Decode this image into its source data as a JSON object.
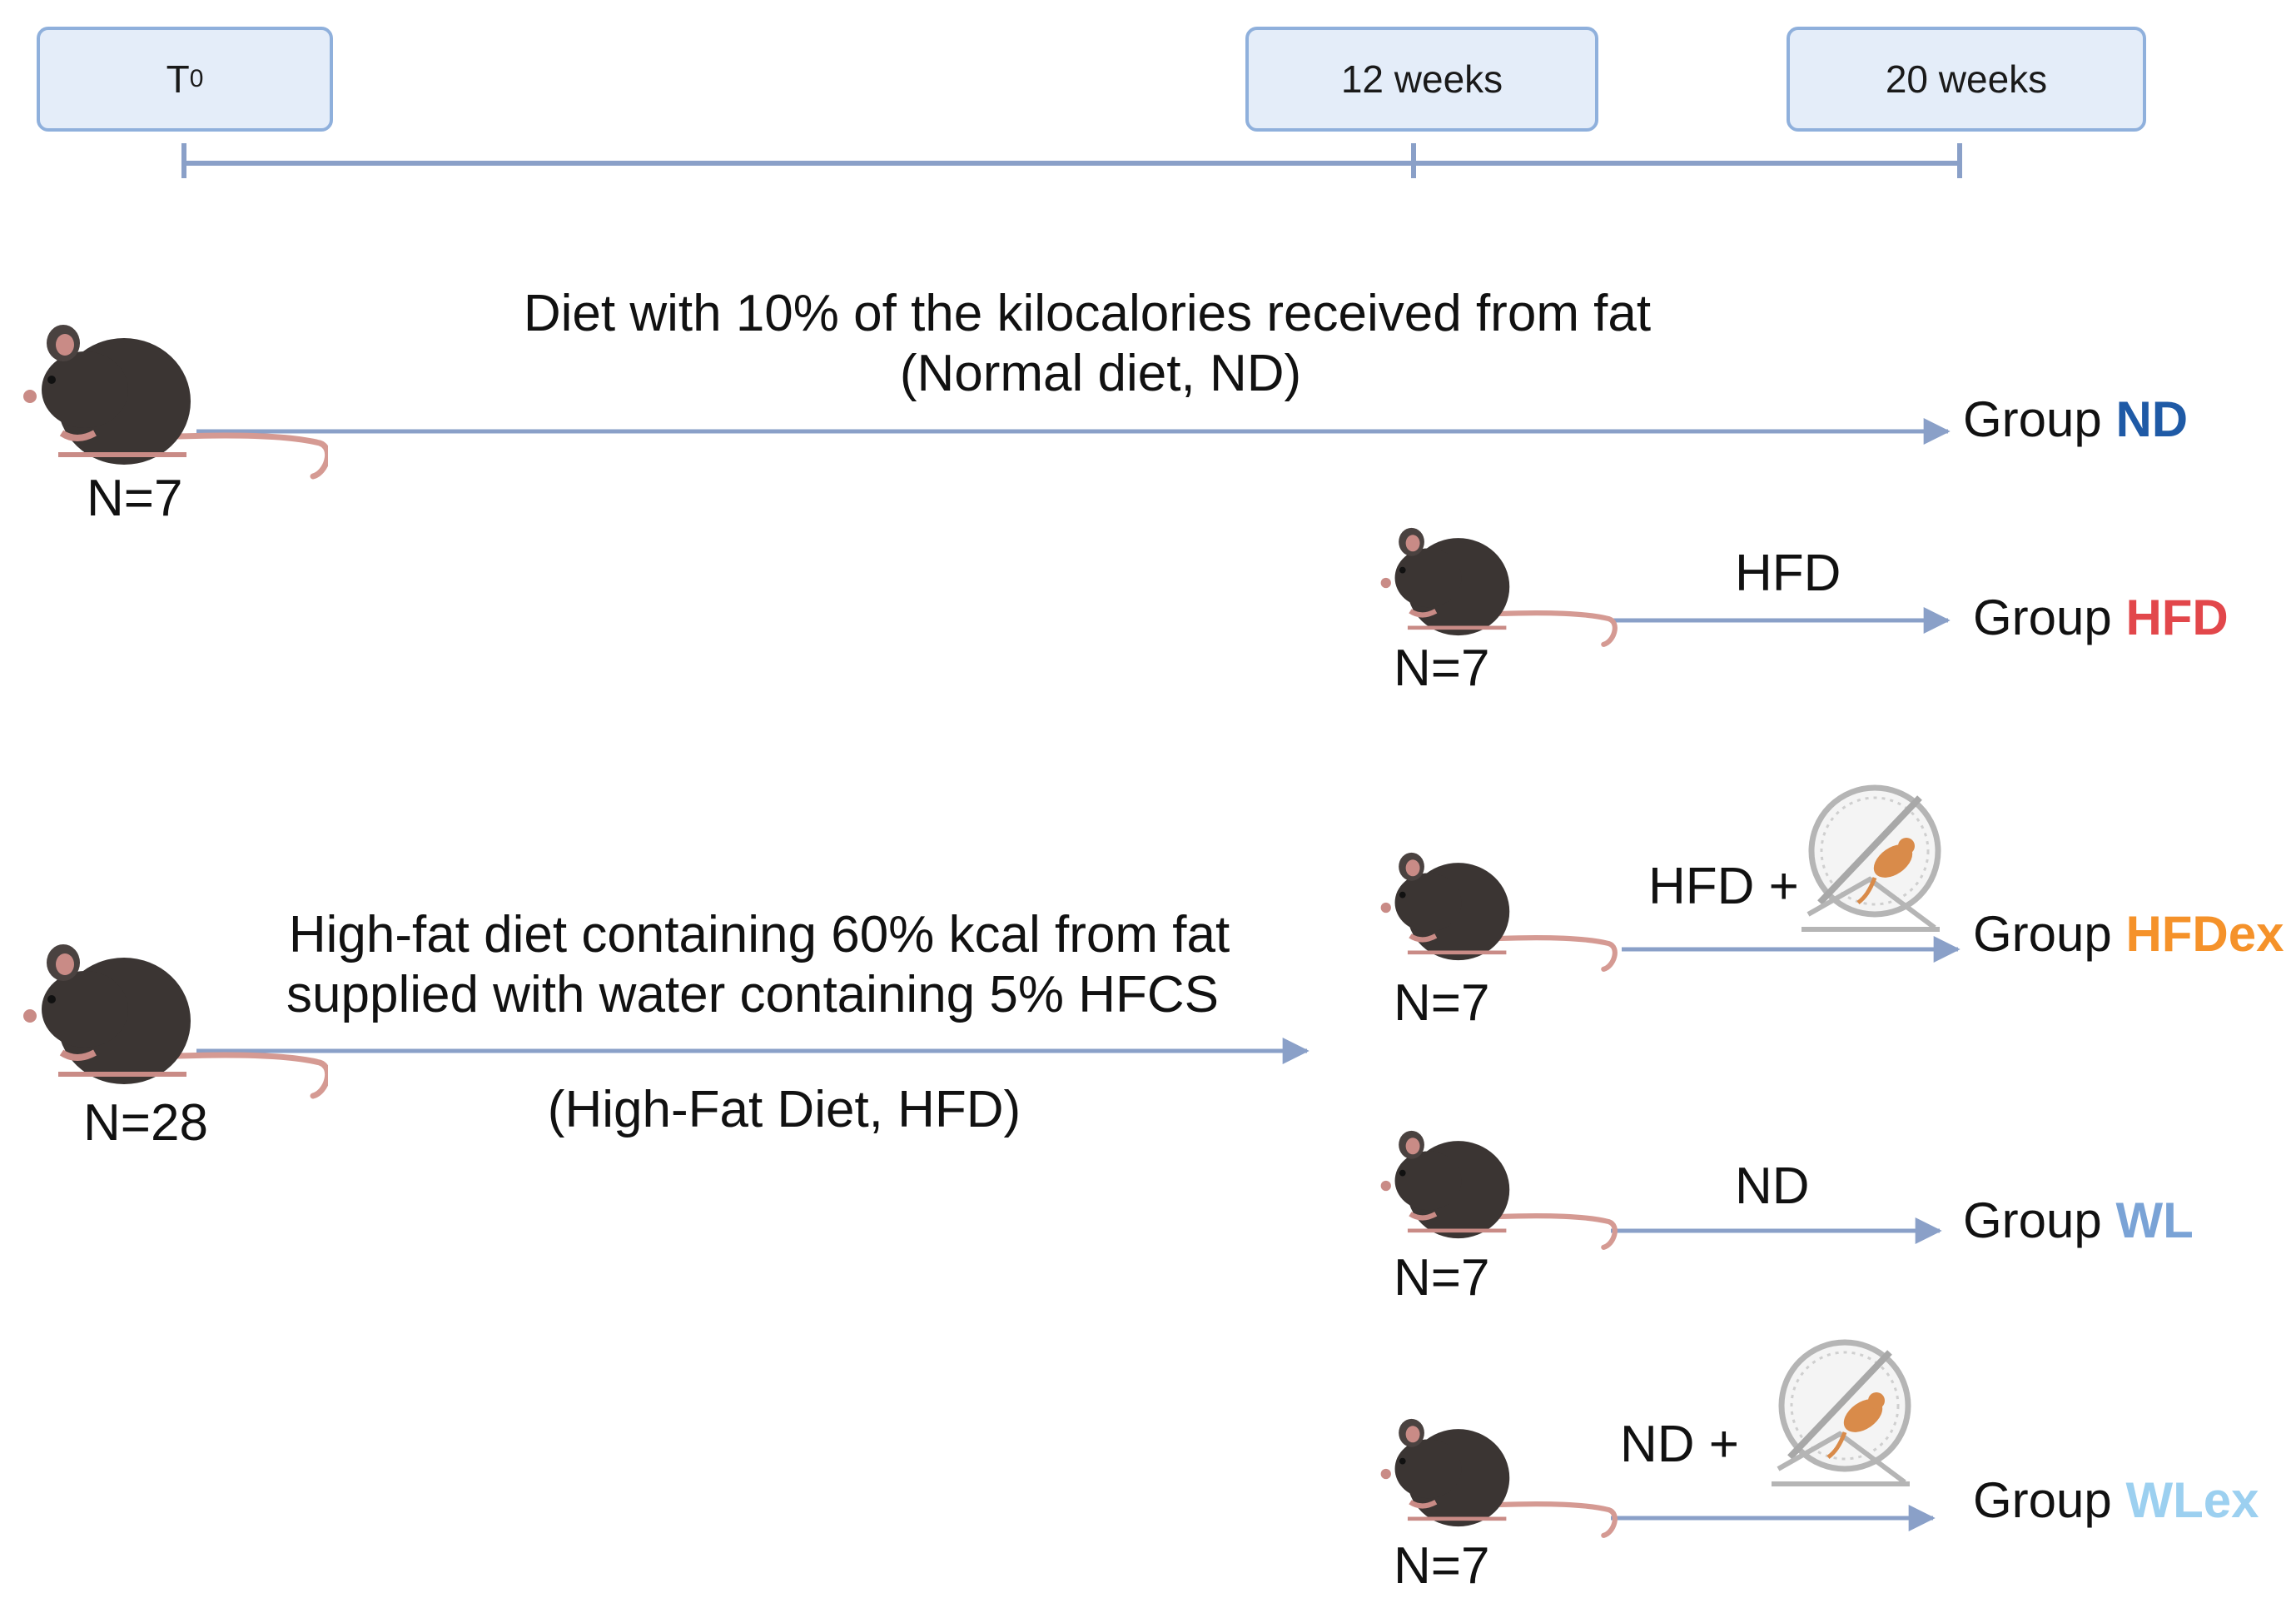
{
  "timeline": {
    "t0_label": "T",
    "t0_sub": "0",
    "mid_label": "12 weeks",
    "end_label": "20 weeks"
  },
  "nd_branch": {
    "description_line1": "Diet with 10% of the kilocalories received from fat",
    "description_line2": "(Normal diet, ND)",
    "count": "N=7",
    "group_prefix": "Group ",
    "group_name": "ND",
    "group_color": "#1f5aa6"
  },
  "hfd_branch": {
    "description_line1": "High-fat diet containing 60% kcal from fat",
    "description_line2": "supplied with water containing 5% HFCS",
    "description_line3": "(High-Fat Diet, HFD)",
    "count": "N=28"
  },
  "groups": [
    {
      "count": "N=7",
      "treatment": "HFD",
      "exercise": false,
      "prefix": "Group ",
      "name": "HFD",
      "color": "#e2474b"
    },
    {
      "count": "N=7",
      "treatment": "HFD +",
      "exercise": true,
      "prefix": "Group ",
      "name": "HFDex",
      "color": "#f5922a"
    },
    {
      "count": "N=7",
      "treatment": "ND",
      "exercise": false,
      "prefix": "Group ",
      "name": "WL",
      "color": "#7aa3d6"
    },
    {
      "count": "N=7",
      "treatment": "ND +",
      "exercise": true,
      "prefix": "Group ",
      "name": "WLex",
      "color": "#9cd0f0"
    }
  ],
  "colors": {
    "line": "#8aa0c8",
    "box_fill": "#e4edf9",
    "box_border": "#8fb0dc",
    "mouse_body": "#3b3533",
    "mouse_tail": "#d59a93",
    "hamster": "#d98b4a"
  },
  "icons": {
    "mouse": "mouse-icon",
    "wheel": "exercise-wheel-icon"
  }
}
